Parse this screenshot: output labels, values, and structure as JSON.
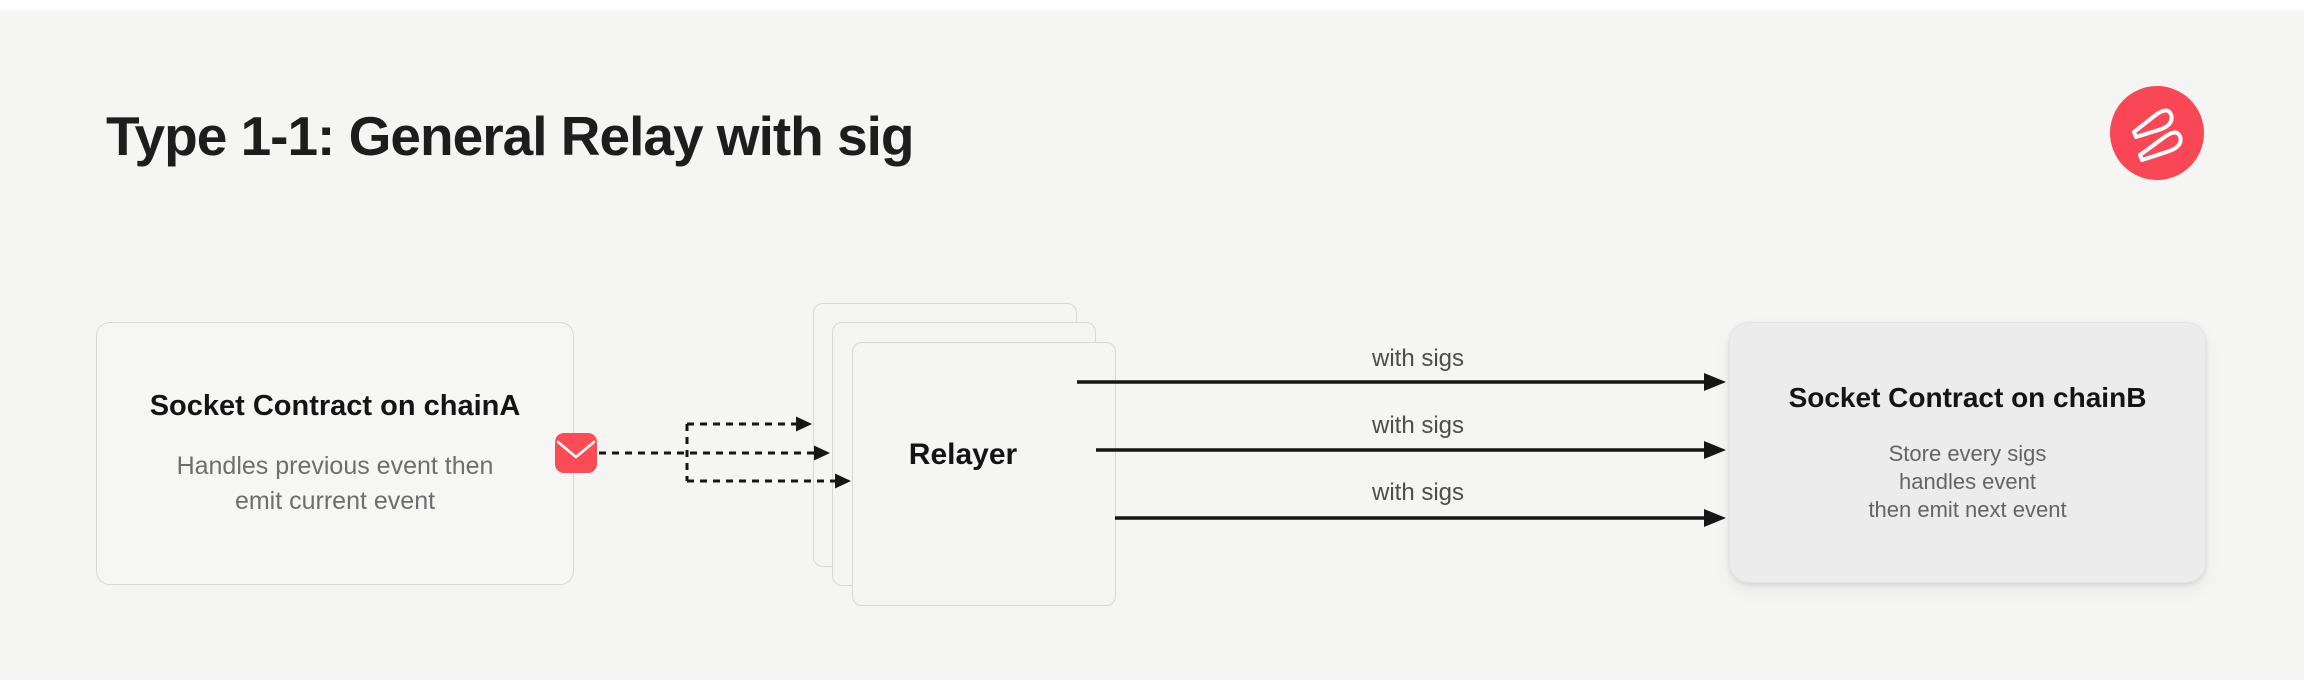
{
  "header": {
    "title": "Type 1-1: General Relay with sig",
    "logo": {
      "icon": "b-mark",
      "background": "#fa4756",
      "foreground": "#ffffff"
    }
  },
  "diagram": {
    "chain_a_box": {
      "title": "Socket Contract on chainA",
      "subtitle_line1": "Handles previous event then",
      "subtitle_line2": "emit current event"
    },
    "message_icon": {
      "name": "envelope",
      "color": "#fc4b55"
    },
    "relayer": {
      "label": "Relayer"
    },
    "arrows": [
      {
        "label": "with sigs"
      },
      {
        "label": "with sigs"
      },
      {
        "label": "with sigs"
      }
    ],
    "chain_b_box": {
      "title": "Socket Contract on chainB",
      "lines": [
        "Store every sigs",
        "handles event",
        "then emit next event"
      ]
    }
  },
  "colors": {
    "background": "#f5f5f4",
    "box_border": "#d8d8d8",
    "box_fill": "#f6f6f5",
    "chain_b_fill": "#ececec",
    "arrow": "#161616",
    "text_primary": "#1c1c1c",
    "text_secondary": "#6e6e6e",
    "brand_red": "#fa4756"
  }
}
